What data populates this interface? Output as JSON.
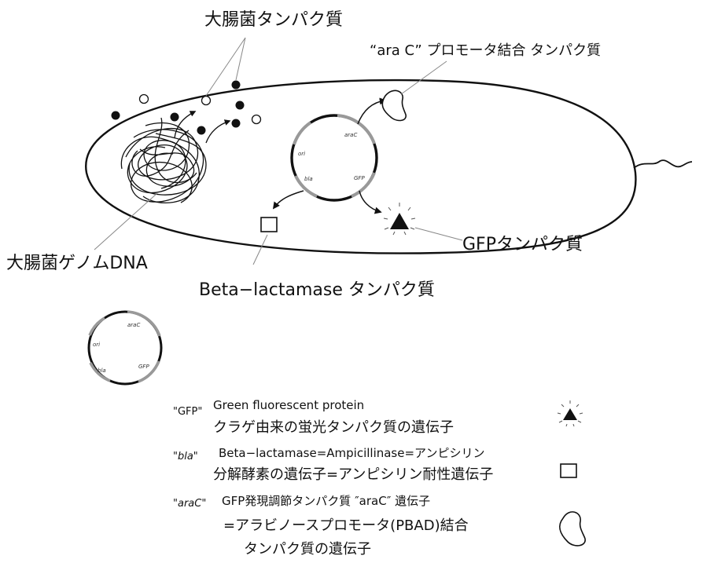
{
  "labels": {
    "ecoli_protein": "大腸菌タンパク質",
    "arac_binding_protein": "“ara C” プロモータ結合 タンパク質",
    "genome_dna": "大腸菌ゲノムDNA",
    "beta_lactamase_protein": "Beta−lactamase タンパク質",
    "gfp_protein": "GFPタンパク質"
  },
  "plasmid": {
    "ori": "ori",
    "araC": "araC",
    "bla": "bla",
    "GFP": "GFP"
  },
  "legend": [
    {
      "key": "\"GFP\"",
      "line1": "Green fluorescent protein",
      "line2": "クラゲ由来の蛍光タンパク質の遺伝子"
    },
    {
      "key": "\"bla\"",
      "line1": "Beta−lactamase=Ampicillinase=アンピシリン",
      "line2": "分解酵素の遺伝子=アンピシリン耐性遺伝子"
    },
    {
      "key": "\"araC\"",
      "line1": "GFP発現調節タンパク質 ″araC″ 遺伝子",
      "line2": "=アラビノースプロモータ(PBAD)結合",
      "line3": "タンパク質の遺伝子"
    }
  ]
}
